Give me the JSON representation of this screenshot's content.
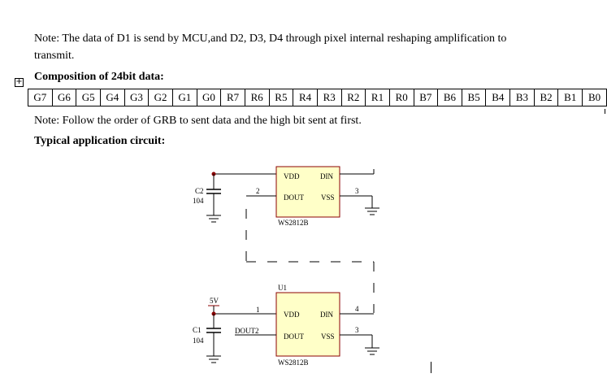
{
  "note1_line1": "Note: The data of D1 is send by MCU,and D2, D3, D4 through pixel internal reshaping amplification to",
  "note1_line2": "transmit.",
  "composition_heading": "Composition of 24bit data:",
  "bits": [
    "G7",
    "G6",
    "G5",
    "G4",
    "G3",
    "G2",
    "G1",
    "G0",
    "R7",
    "R6",
    "R5",
    "R4",
    "R3",
    "R2",
    "R1",
    "R0",
    "B7",
    "B6",
    "B5",
    "B4",
    "B3",
    "B2",
    "B1",
    "B0"
  ],
  "note2": "Note: Follow the order of GRB to sent data and the high bit sent at first.",
  "circuit_heading": "Typical application circuit:",
  "table_handle_icon": "move-handle-icon",
  "circuit": {
    "top": {
      "cap_name": "C2",
      "cap_value": "104",
      "pin_vdd": "VDD",
      "pin_din": "DIN",
      "pin_dout": "DOUT",
      "pin_vss": "VSS",
      "pin_num_dout": "2",
      "pin_num_vss": "3",
      "chip_name": "WS2812B"
    },
    "bottom": {
      "ref": "U1",
      "supply": "5V",
      "cap_name": "C1",
      "cap_value": "104",
      "net_label": "DOUT2",
      "pin_vdd": "VDD",
      "pin_din": "DIN",
      "pin_dout": "DOUT",
      "pin_vss": "VSS",
      "pin_num_vdd": "1",
      "pin_num_din": "4",
      "pin_num_vss": "3",
      "chip_name": "WS2812B"
    },
    "colors": {
      "chip_fill": "#ffffc8",
      "chip_stroke": "#8b0000",
      "wire": "#000000",
      "junction": "#8b0000",
      "label_red": "#8b0000"
    }
  }
}
